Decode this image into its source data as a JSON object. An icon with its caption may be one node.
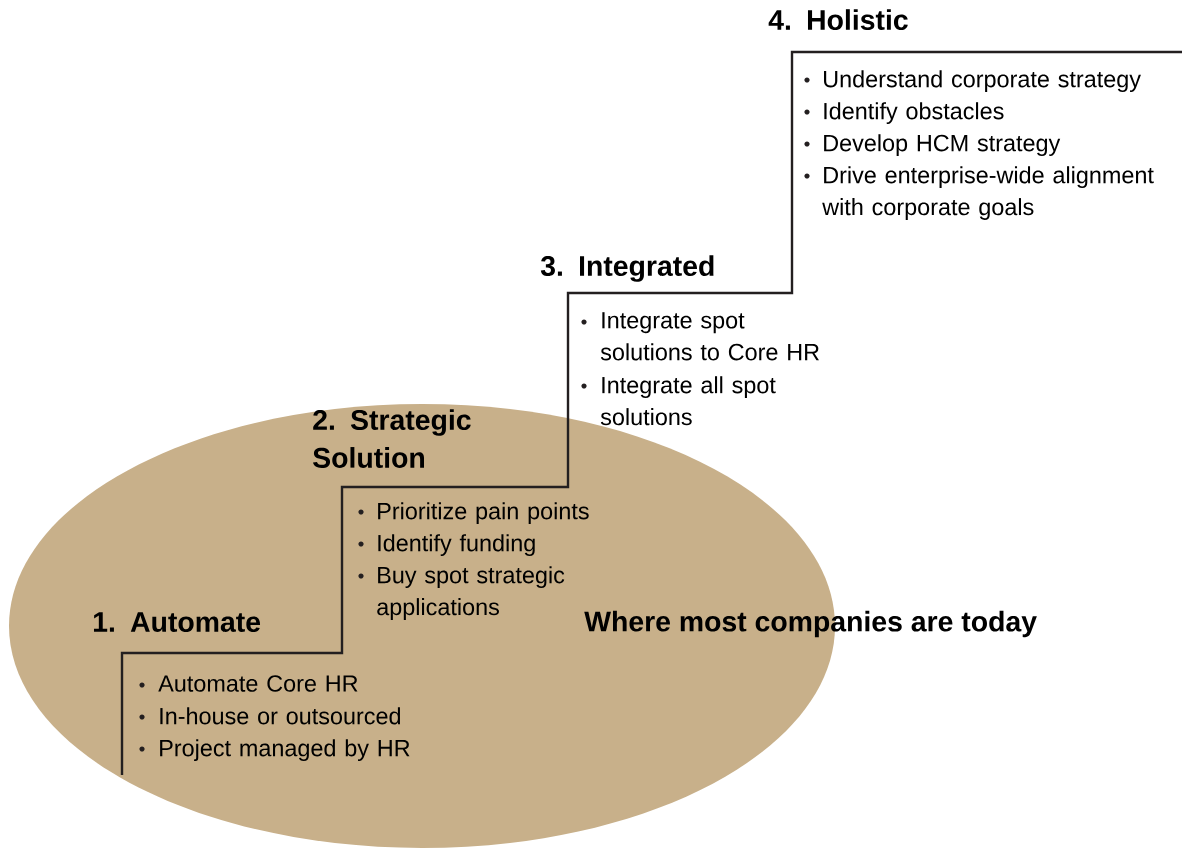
{
  "diagram": {
    "nodes": [
      {
        "text": [
          "Where most companies are today"
        ]
      }
    ],
    "labels": [
      "4. Holistic",
      "Understand corporate strategy",
      "Identify obstacles",
      "Develop HCM strategy",
      "Drive enterprise-wide alignment with corporate goals",
      "3. Integrated",
      "Integrate spot solutions to Core HR",
      "Integrate all spot solutions",
      "2. Strategic Solution",
      "Prioritize pain points",
      "Identify funding",
      "Buy spot strategic applications",
      "1. Automate",
      "Automate Core HR",
      "In-house or outsourced",
      "Project managed by HR"
    ]
  }
}
